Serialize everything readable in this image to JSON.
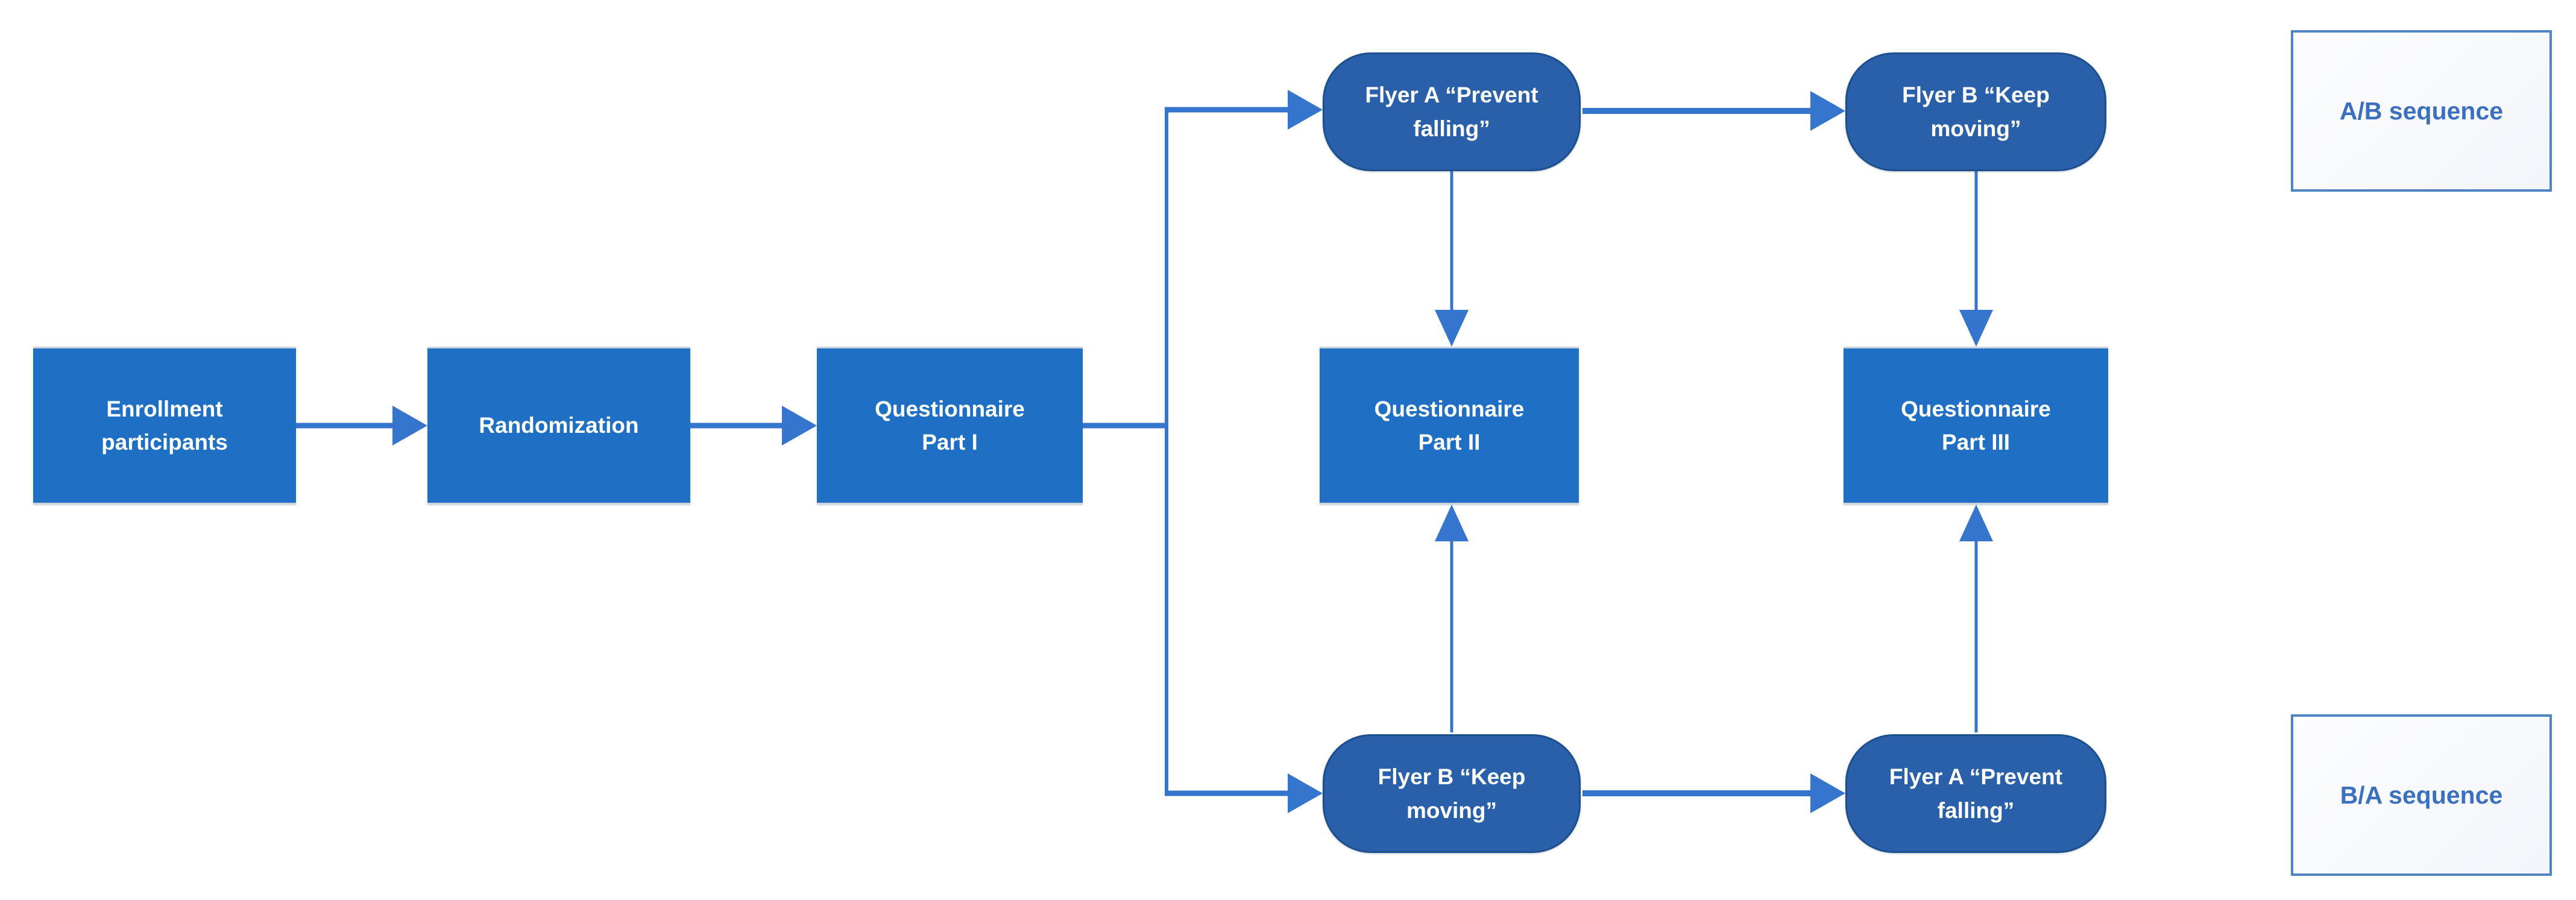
{
  "nodes": {
    "enrollment": {
      "label": "Enrollment\nparticipants"
    },
    "randomization": {
      "label": "Randomization"
    },
    "questionnaire_part_1": {
      "label": "Questionnaire\nPart I"
    },
    "questionnaire_part_2": {
      "label": "Questionnaire\nPart II"
    },
    "questionnaire_part_3": {
      "label": "Questionnaire\nPart III"
    },
    "flyer_a_top": {
      "label": "Flyer A “Prevent\nfalling”"
    },
    "flyer_b_top": {
      "label": "Flyer B “Keep\nmoving”"
    },
    "flyer_b_bottom": {
      "label": "Flyer B “Keep\nmoving”"
    },
    "flyer_a_bottom": {
      "label": "Flyer A “Prevent\nfalling”"
    }
  },
  "legend": {
    "ab": {
      "label": "A/B sequence"
    },
    "ba": {
      "label": "B/A sequence"
    }
  },
  "edges": [
    {
      "from": "Enrollment participants",
      "to": "Randomization"
    },
    {
      "from": "Randomization",
      "to": "Questionnaire Part I"
    },
    {
      "from": "Questionnaire Part I",
      "to": "Flyer A “Prevent falling” (A/B sequence)"
    },
    {
      "from": "Questionnaire Part I",
      "to": "Flyer B “Keep moving” (B/A sequence)"
    },
    {
      "from": "Flyer A “Prevent falling” (A/B sequence)",
      "to": "Flyer B “Keep moving” (A/B sequence)"
    },
    {
      "from": "Flyer A “Prevent falling” (A/B sequence)",
      "to": "Questionnaire Part II"
    },
    {
      "from": "Flyer B “Keep moving” (A/B sequence)",
      "to": "Questionnaire Part III"
    },
    {
      "from": "Flyer B “Keep moving” (B/A sequence)",
      "to": "Flyer A “Prevent falling” (B/A sequence)"
    },
    {
      "from": "Flyer B “Keep moving” (B/A sequence)",
      "to": "Questionnaire Part II"
    },
    {
      "from": "Flyer A “Prevent falling” (B/A sequence)",
      "to": "Questionnaire Part III"
    }
  ],
  "colors": {
    "process_fill": "#1F6FC5",
    "flyer_fill": "#2A60AA",
    "flyer_border": "#1D4E8D",
    "connector": "#3575CD",
    "legend_border": "#4F83C2",
    "legend_text": "#3B6FC0",
    "node_text": "#FFFFFF"
  }
}
